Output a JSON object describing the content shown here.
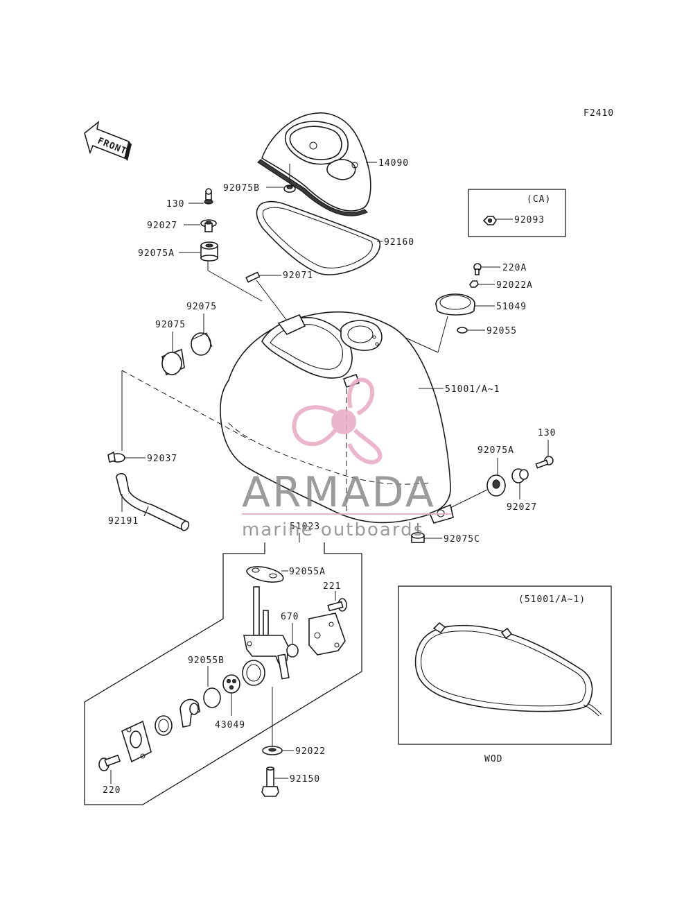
{
  "figure_code": "F2410",
  "front_label": "FRONT",
  "parts": {
    "p14090": "14090",
    "p92075B": "92075B",
    "p130_top": "130",
    "p92027_top": "92027",
    "p92075A_top": "92075A",
    "p92160": "92160",
    "p92071": "92071",
    "p92075_a": "92075",
    "p92075_b": "92075",
    "p220A": "220A",
    "p92022A": "92022A",
    "p51049": "51049",
    "p92055": "92055",
    "p51001": "51001/A~1",
    "p92037": "92037",
    "p92191": "92191",
    "p130_right": "130",
    "p92075A_right": "92075A",
    "p92027_right": "92027",
    "p92075C": "92075C",
    "p51023": "51023",
    "p92055A": "92055A",
    "p221": "221",
    "p670": "670",
    "p92055B": "92055B",
    "p43049": "43049",
    "p92022": "92022",
    "p92150": "92150",
    "p220": "220",
    "p92093": "92093"
  },
  "inset_ca": {
    "title": "(CA)"
  },
  "inset_tank": {
    "title": "(51001/A~1)",
    "caption": "WOD"
  },
  "watermark": {
    "brand": "ARMADA",
    "tagline": "marine outboards",
    "logo_color": "#e8a9c4"
  }
}
